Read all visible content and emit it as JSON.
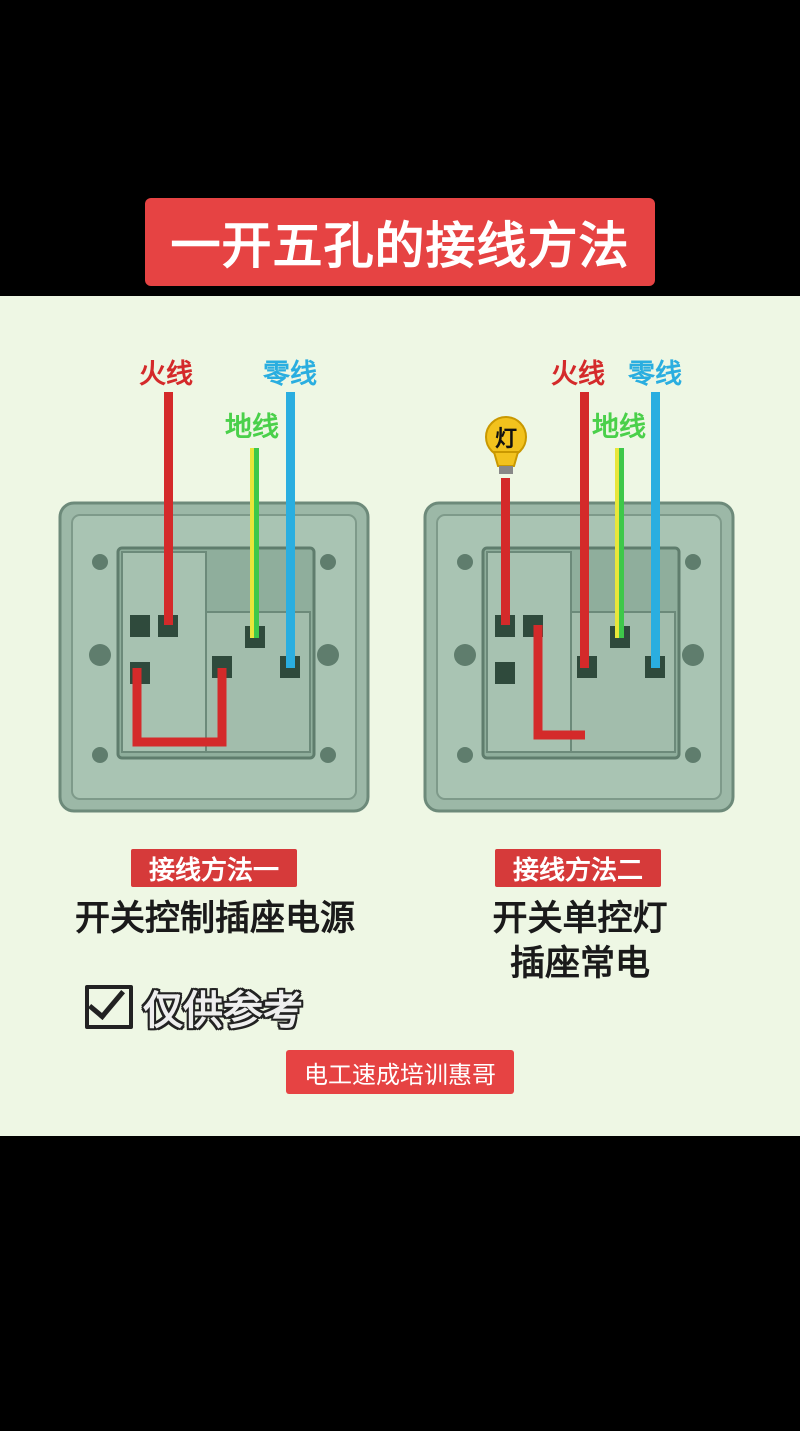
{
  "title": "一开五孔的接线方法",
  "colors": {
    "live": "#d42a2a",
    "neutral": "#2aaee0",
    "ground_yellow": "#e8e63a",
    "ground_green": "#3ec84a",
    "plate": "#96b4a3",
    "banner": "#e64343"
  },
  "left_diagram": {
    "labels": {
      "live": "火线",
      "neutral": "零线",
      "ground": "地线"
    },
    "method_tag": "接线方法一",
    "caption": "开关控制插座电源"
  },
  "right_diagram": {
    "labels": {
      "live": "火线",
      "neutral": "零线",
      "ground": "地线",
      "lamp": "灯"
    },
    "method_tag": "接线方法二",
    "caption_line1": "开关单控灯",
    "caption_line2": "插座常电"
  },
  "note": "仅供参考",
  "icon": "checkbox-icon",
  "footer": "电工速成培训惠哥"
}
